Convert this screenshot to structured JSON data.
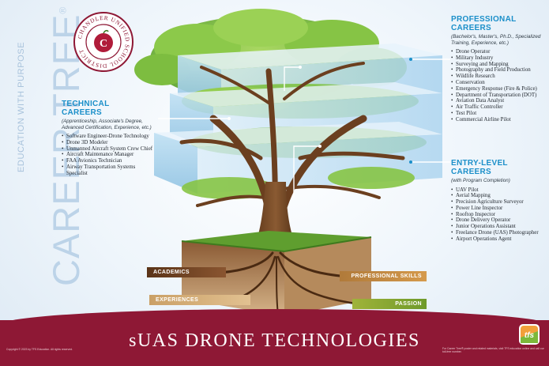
{
  "side_title": {
    "main": "CAREER TREE",
    "tagline": "EDUCATION WITH PURPOSE",
    "trademark": "®"
  },
  "seal": {
    "text": "CHANDLER UNIFIED SCHOOL DISTRICT",
    "letter": "C"
  },
  "professional": {
    "title_1": "PROFESSIONAL",
    "title_2": "CAREERS",
    "subtitle": "(Bachelor's, Master's, Ph.D., Specialized Training, Experience, etc.)",
    "items": [
      "Drone Operator",
      "Military Industry",
      "Surveying and Mapping",
      "Photography and Field Production",
      "Wildlife Research",
      "Conservation",
      "Emergency Response (Fire & Police)",
      "Department of Transportation (DOT)",
      "Aviation Data Analyst",
      "Air Traffic Controller",
      "Test Pilot",
      "Commercial Airline Pilot"
    ]
  },
  "technical": {
    "title_1": "TECHNICAL",
    "title_2": "CAREERS",
    "subtitle": "(Apprenticeship, Associate's Degree, Advanced Certification, Experience, etc.)",
    "items": [
      "Software Engineer-Drone Technology",
      "Drone 3D Modeler",
      "Unmanned Aircraft System Crew Chief",
      "Aircraft Maintenance Manager",
      "FAA Avionics Technician",
      "Airway Transportation Systems Specialist"
    ]
  },
  "entry": {
    "title_1": "ENTRY-LEVEL",
    "title_2": "CAREERS",
    "subtitle": "(with Program Completion)",
    "items": [
      "UAV Pilot",
      "Aerial Mapping",
      "Precision Agriculture Surveyor",
      "Power Line Inspector",
      "Rooftop Inspector",
      "Drone Delivery Operator",
      "Junior Operations Assistant",
      "Freelance Drone (UAS) Photographer",
      "Airport Operations Agent"
    ]
  },
  "roots": {
    "academics": "ACADEMICS",
    "professional_skills": "PROFESSIONAL SKILLS",
    "experiences": "EXPERIENCES",
    "passion": "PASSION"
  },
  "footer": {
    "title": "sUAS DRONE TECHNOLOGIES",
    "logo_text": "tfs",
    "fine_left": "Copyright © 2023 by TFS Education. All rights reserved.",
    "fine_right": "For Career Tree® poster and related materials, visit TFS education online and call our toll-free number."
  },
  "colors": {
    "heading_blue": "#1b8fc9",
    "footer_maroon": "#8e1835",
    "leaf_green": "#7cc043",
    "trunk_brown": "#7a4a26",
    "sky_blue": "#cfe4f4"
  }
}
